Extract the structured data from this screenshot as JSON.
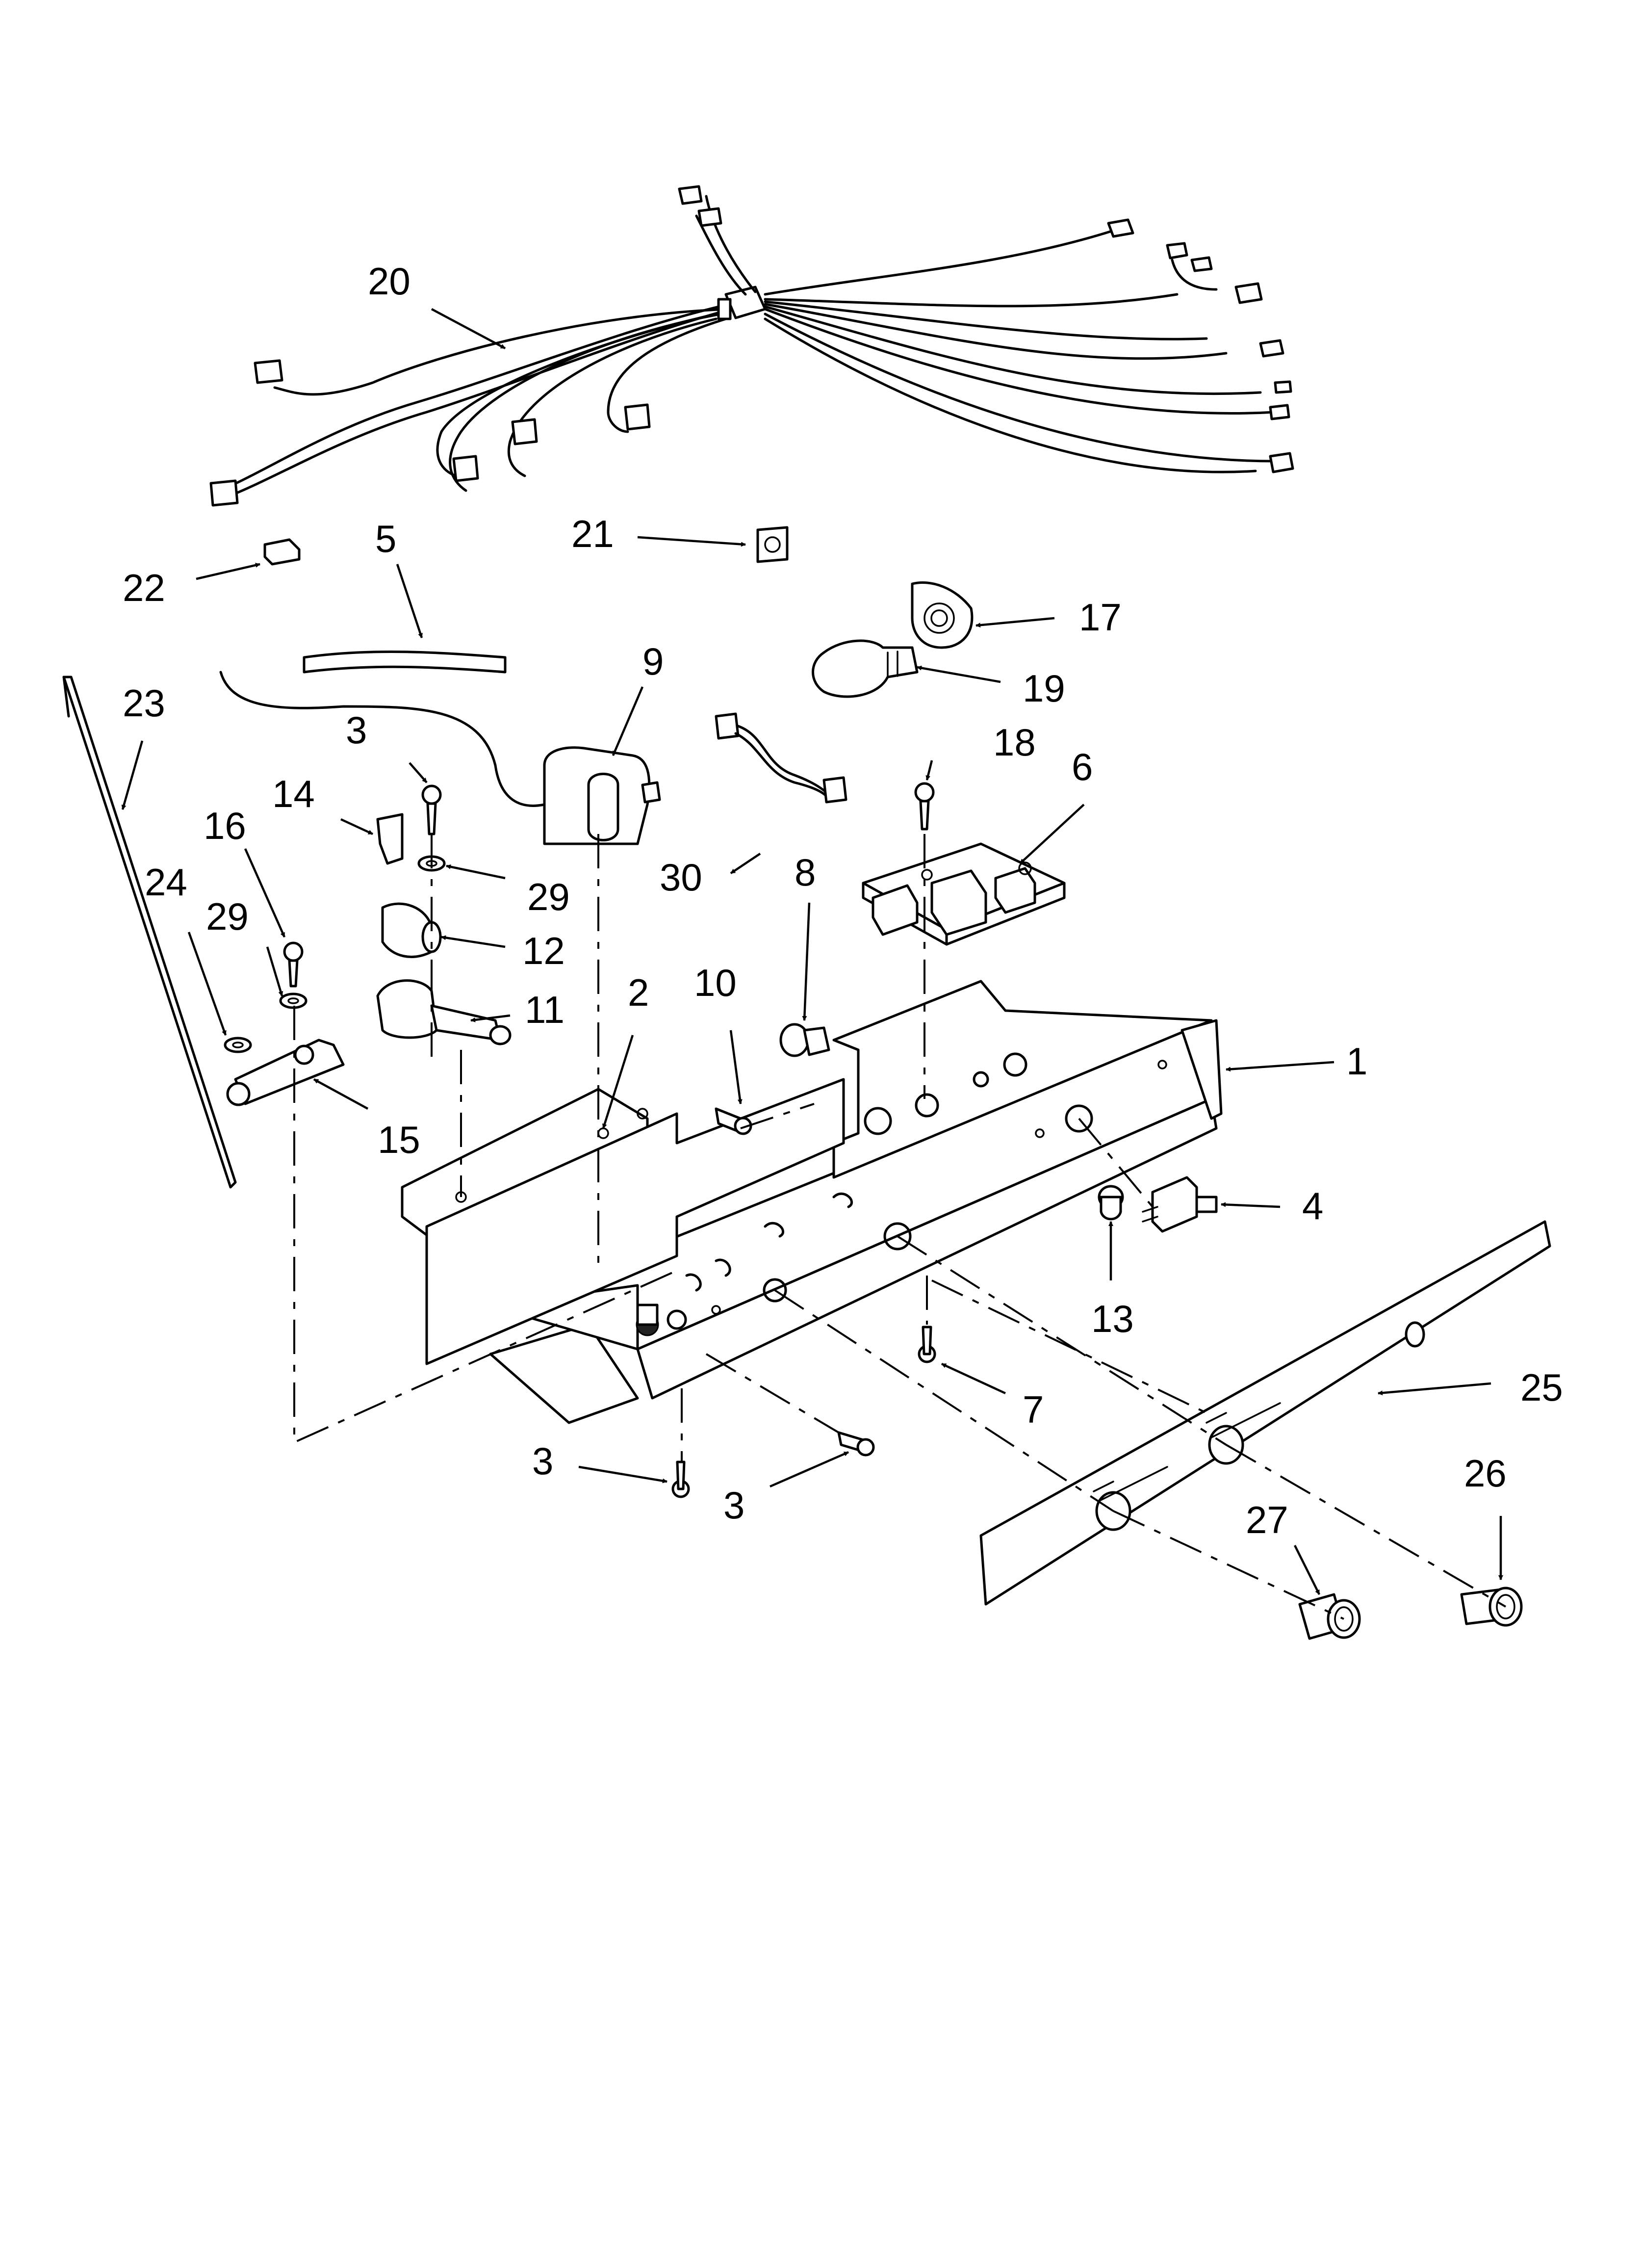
{
  "callouts": {
    "c1": "1",
    "c2": "2",
    "c3a": "3",
    "c3b": "3",
    "c3c": "3",
    "c4": "4",
    "c5": "5",
    "c6": "6",
    "c7": "7",
    "c8": "8",
    "c9": "9",
    "c10": "10",
    "c11": "11",
    "c12": "12",
    "c13": "13",
    "c14": "14",
    "c15": "15",
    "c16": "16",
    "c17": "17",
    "c18": "18",
    "c19": "19",
    "c20": "20",
    "c21": "21",
    "c22": "22",
    "c23": "23",
    "c24": "24",
    "c25": "25",
    "c26": "26",
    "c27": "27",
    "c29a": "29",
    "c29b": "29",
    "c30": "30"
  }
}
